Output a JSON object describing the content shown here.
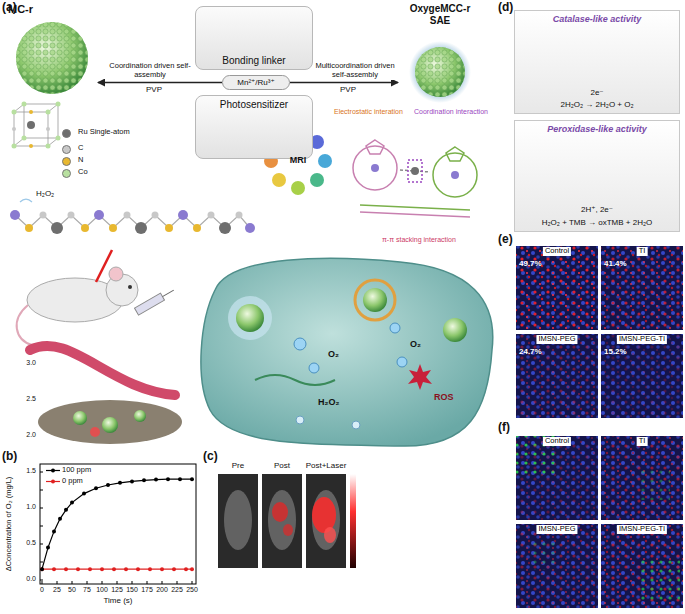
{
  "diagram": {
    "nodes": [
      {
        "text": [
          "MC-r"
        ]
      },
      {
        "text": [
          "Bonding linker"
        ]
      },
      {
        "text": [
          "Mn²⁺/Ru³⁺"
        ]
      },
      {
        "text": [
          "Photosensitizer"
        ]
      },
      {
        "text": [
          "OxygeMCC-r SAE"
        ]
      },
      {
        "text": [
          "Catalase-like activity",
          "2e⁻",
          "2H₂O₂ → 2H₂O + O₂"
        ]
      },
      {
        "text": [
          "Peroxidase-like activity",
          "2H⁺, 2e⁻",
          "H₂O₂ + TMB → oxTMB + 2H₂O"
        ]
      },
      {
        "text": [
          "MRI"
        ]
      },
      {
        "text": [
          "Control",
          "49.7%"
        ]
      },
      {
        "text": [
          "TI",
          "41.4%"
        ]
      },
      {
        "text": [
          "IMSN-PEG",
          "24.7%"
        ]
      },
      {
        "text": [
          "IMSN-PEG-TI",
          "15.2%"
        ]
      },
      {
        "text": [
          "Control"
        ]
      },
      {
        "text": [
          "TI"
        ]
      },
      {
        "text": [
          "IMSN-PEG"
        ]
      },
      {
        "text": [
          "IMSN-PEG-TI"
        ]
      }
    ],
    "edges": [
      {
        "from": 2,
        "to": 0,
        "arrow": "to",
        "label": "Coordination driven self-assembly"
      },
      {
        "from": 2,
        "to": 4,
        "arrow": "to",
        "label": "Multicoordination driven self-assembly"
      }
    ],
    "labels": [
      "(a)",
      "PVP",
      "PVP",
      "H₂O₂",
      "Electrostatic interation",
      "Coordination interaction",
      "π-π stacking interaction",
      "O₂",
      "O₂",
      "H₂O₂",
      "ROS",
      "(b)",
      "ΔConcentration of O₂ (mg/L)",
      "Time (s)",
      "0.0",
      "0.5",
      "1.0",
      "1.5",
      "2.0",
      "2.5",
      "3.0",
      "0",
      "25",
      "50",
      "75",
      "100",
      "125",
      "150",
      "175",
      "200",
      "225",
      "250",
      "(c)",
      "Pre",
      "Post",
      "Post+Laser",
      "(d)",
      "(e)",
      "(f)"
    ],
    "legend": [
      {
        "text": "Ru Single-atom",
        "color": "#6e6e6e"
      },
      {
        "text": "C",
        "color": "#c8c8c8"
      },
      {
        "text": "N",
        "color": "#e8b830"
      },
      {
        "text": "Co",
        "color": "#b8e0a0"
      },
      {
        "text": "100 ppm"
      },
      {
        "text": "0 ppm"
      }
    ]
  }
}
